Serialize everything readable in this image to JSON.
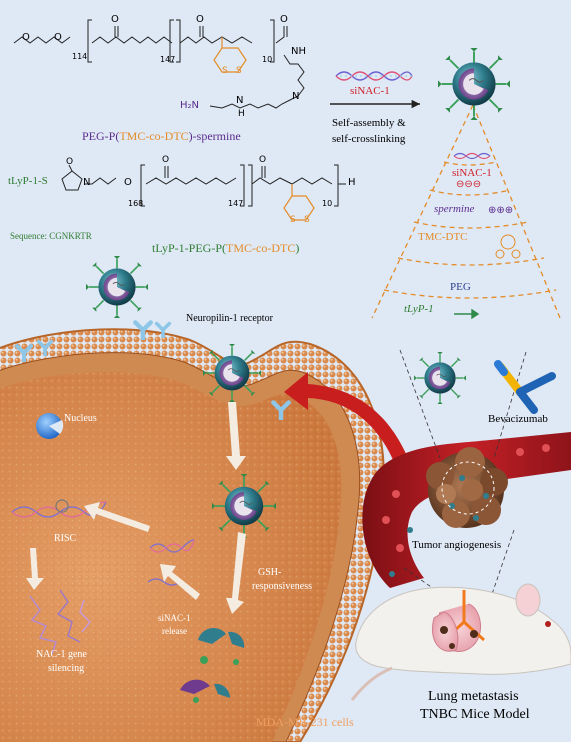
{
  "colors": {
    "background": "#dfe8f5",
    "purple_label": "#5b2d8e",
    "orange_label": "#e38c28",
    "green_label": "#2e7d32",
    "red_label": "#d0202a",
    "peg_label": "#2a3f8f",
    "cell_membrane": "#d27a3a",
    "nanoparticle_shell": "#1f5a6a",
    "nanoparticle_core": "#6e3b8e",
    "green_ligand": "#3aa05a",
    "arrow_red": "#c81e1e"
  },
  "chemistry": {
    "peg_polymer": {
      "repeat_peg": "114",
      "repeat_tmc": "147",
      "repeat_dtc": "10",
      "atom_O": "O",
      "atom_S": "S",
      "atom_NH": "NH",
      "atom_H": "H",
      "atom_N": "N",
      "amine": "H₂N",
      "label_prefix": "PEG-P(",
      "label_mid": "TMC-co-DTC",
      "label_suffix": ")-spermine"
    },
    "tlyp_polymer": {
      "prefix": "tLyP-1-S",
      "repeat_peg": "168",
      "repeat_tmc": "147",
      "repeat_dtc": "10",
      "terminal_H": "H",
      "sequence_label": "Sequence: CGNKRTR",
      "label_prefix": "tLyP-1-PEG-P(",
      "label_mid": "TMC-co-DTC",
      "label_suffix": ")"
    }
  },
  "assembly": {
    "sirna_label": "siNAC-1",
    "process_line1": "Self-assembly &",
    "process_line2": "self-crosslinking"
  },
  "layers": {
    "sinac": "siNAC-1",
    "sinac_charge": "⊖⊖⊖",
    "spermine": "spermine",
    "spermine_charge": "⊕⊕⊕",
    "tmc_dtc": "TMC-DTC",
    "peg": "PEG",
    "tlyp": "tLyP-1"
  },
  "labels": {
    "receptor": "Neuropilin-1  receptor",
    "nucleus": "Nucleus",
    "risc": "RISC",
    "gsh_line1": "GSH-",
    "gsh_line2": "responsiveness",
    "release_line1": "siNAC-1",
    "release_line2": "release",
    "silencing_line1": "NAC-1 gene",
    "silencing_line2": "silencing",
    "cells": "MDA-MB-231 cells",
    "bevacizumab": "Bevacizumab",
    "angiogenesis": "Tumor angiogenesis",
    "model_line1": "Lung metastasis",
    "model_line2": "TNBC Mice Model"
  }
}
